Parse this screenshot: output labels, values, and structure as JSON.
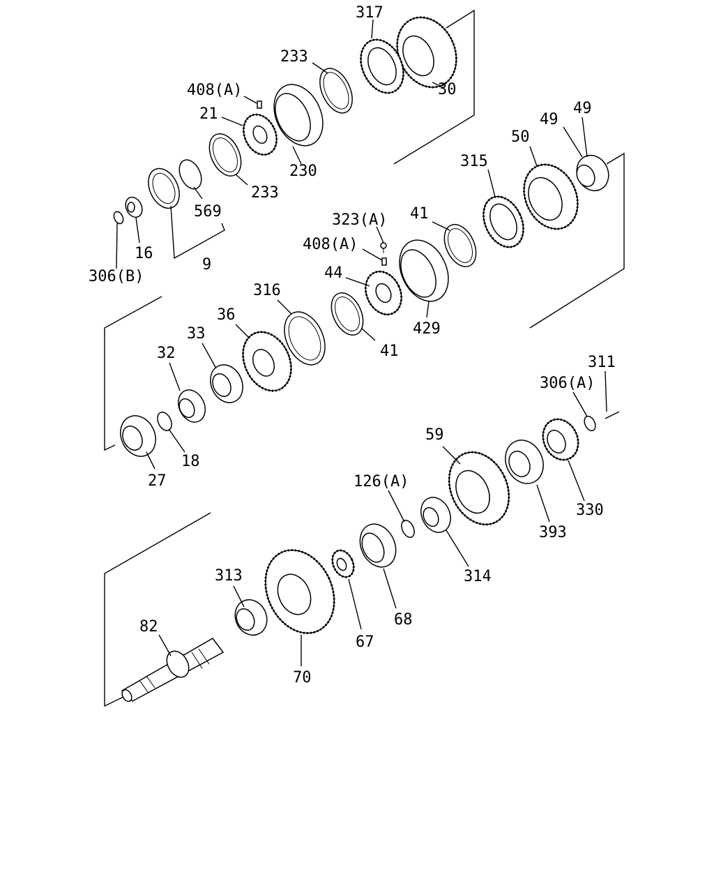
{
  "labels": {
    "l317": "317",
    "l233a": "233",
    "l30": "30",
    "l408a": "408(A)",
    "l21": "21",
    "l230": "230",
    "l233b": "233",
    "l569": "569",
    "l16": "16",
    "l306b": "306(B)",
    "l9": "9",
    "l315": "315",
    "l50": "50",
    "l49a": "49",
    "l49b": "49",
    "l323a": "323(A)",
    "l41a": "41",
    "l408b": "408(A)",
    "l44": "44",
    "l429": "429",
    "l316": "316",
    "l41b": "41",
    "l36": "36",
    "l33": "33",
    "l32": "32",
    "l27": "27",
    "l18": "18",
    "l311": "311",
    "l306a": "306(A)",
    "l59": "59",
    "l126a": "126(A)",
    "l330": "330",
    "l393": "393",
    "l314": "314",
    "l313": "313",
    "l68": "68",
    "l82": "82",
    "l67": "67",
    "l70": "70"
  }
}
